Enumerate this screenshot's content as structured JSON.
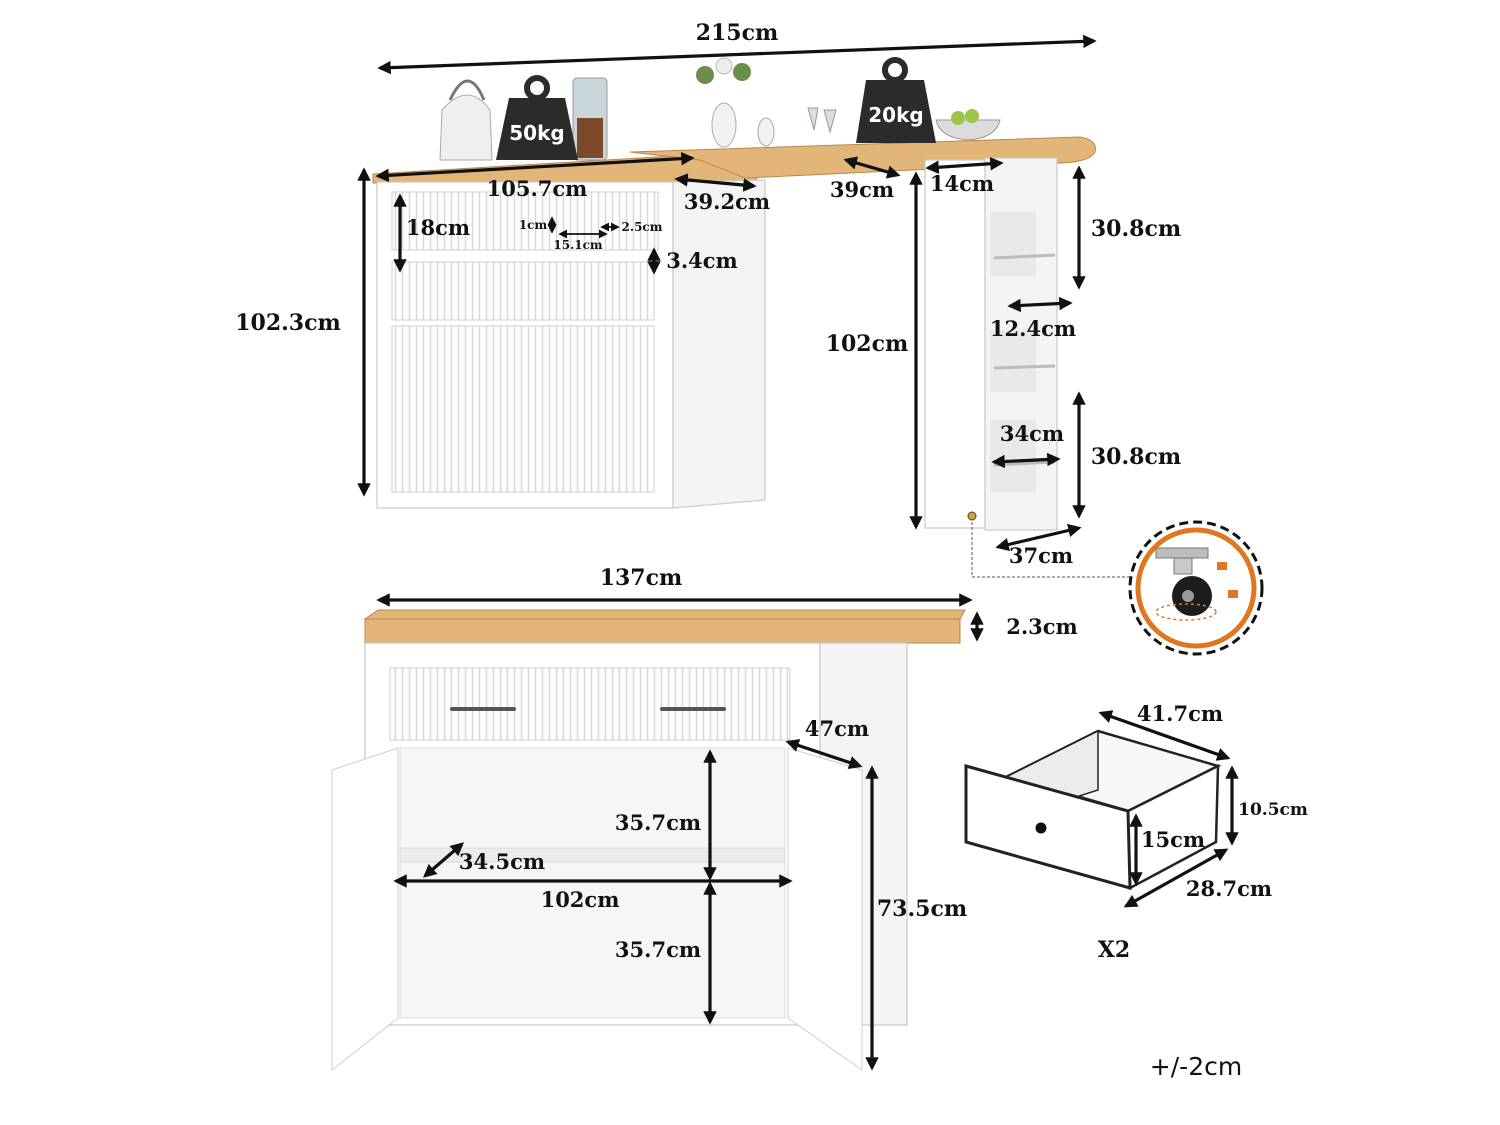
{
  "labels": {
    "total_width": "215cm",
    "weight_left": "50kg",
    "weight_right": "20kg",
    "top_depth_left": "105.7cm",
    "top_overhang": "39.2cm",
    "top_depth_mid": "39cm",
    "rack_width_top": "14cm",
    "drawer_height": "18cm",
    "handle_gap": "1cm",
    "handle_length": "15.1cm",
    "handle_offset": "2.5cm",
    "drawer_gap": "3.4cm",
    "cabinet_height": "102.3cm",
    "rack_shelf_top": "30.8cm",
    "rack_height": "102cm",
    "rack_shelf_width": "12.4cm",
    "rack_depth_inner": "34cm",
    "rack_shelf_bottom": "30.8cm",
    "rack_base_depth": "37cm",
    "front_width": "137cm",
    "top_thickness": "2.3cm",
    "cab_depth": "47cm",
    "shelf_upper": "35.7cm",
    "shelf_depth": "34.5cm",
    "inner_width": "102cm",
    "shelf_lower": "35.7cm",
    "cab_height": "73.5cm",
    "drawer_width": "41.7cm",
    "drawer_side_height": "10.5cm",
    "drawer_inner_height": "15cm",
    "drawer_depth": "28.7cm",
    "drawer_qty": "X2",
    "tolerance": "+/-2cm"
  },
  "colors": {
    "wood": "#e2b679",
    "cabinet": "#ffffff",
    "arrow": "#111111",
    "weight": "#2b2b2b",
    "caster_ring": "#e0761f"
  },
  "icons": [
    "weight-icon",
    "caster-wheel-icon",
    "lock-icon",
    "unlock-icon"
  ]
}
